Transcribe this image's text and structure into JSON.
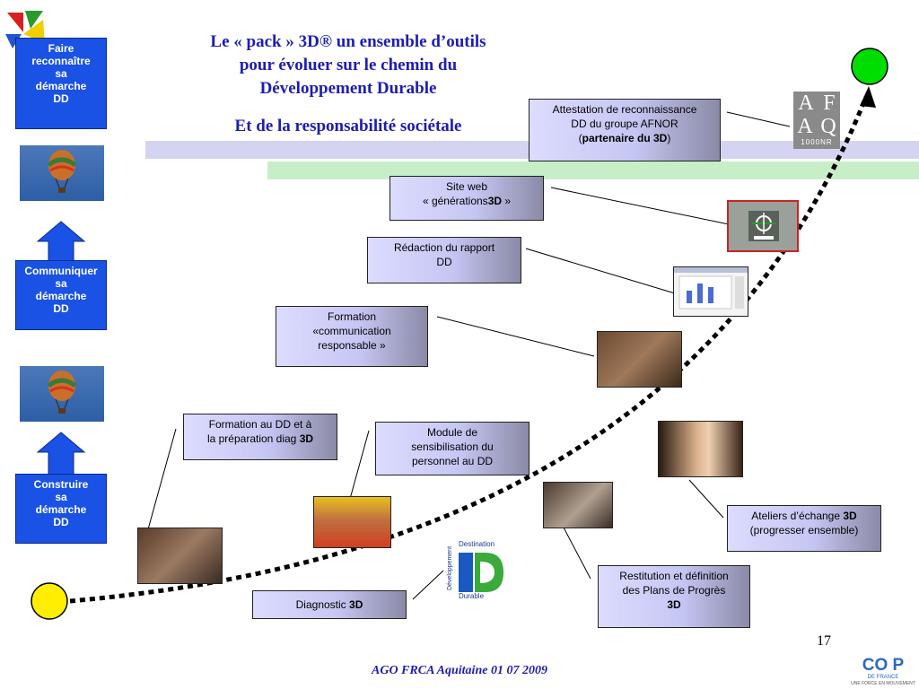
{
  "title": {
    "line1": "Le « pack » 3D® un ensemble d’outils",
    "line2": "pour évoluer sur le chemin du",
    "line3": "Développement Durable",
    "subtitle": "Et de la responsabilité sociétale"
  },
  "sidebar": {
    "box_top": [
      "Faire",
      "reconnaître",
      "sa",
      "démarche",
      "DD"
    ],
    "box_middle": [
      "Communiquer",
      "sa",
      "démarche",
      "DD"
    ],
    "box_bottom": [
      "Construire",
      "sa",
      "démarche",
      "DD"
    ]
  },
  "steps": {
    "attestation": {
      "line1": "Attestation de reconnaissance",
      "line2": "DD du groupe AFNOR",
      "open": "(",
      "bold": "partenaire du 3D",
      "close": ")"
    },
    "site_web": {
      "line1": "Site web",
      "prefix": "« générations",
      "bold": "3D",
      "suffix": " »"
    },
    "rapport": {
      "line1": "Rédaction du rapport",
      "line2": "DD"
    },
    "formation_comm": {
      "line1": "Formation",
      "line2": "«communication",
      "line3": "responsable »"
    },
    "formation_dd": {
      "line1": "Formation au DD et à",
      "line2": "la préparation diag ",
      "bold": "3D"
    },
    "module": {
      "line1": "Module de",
      "line2": "sensibilisation du",
      "line3": "personnel au DD"
    },
    "ateliers": {
      "line1": "Ateliers d’échange ",
      "bold": "3D",
      "line2": "(progresser ensemble)"
    },
    "restitution": {
      "line1": "Restitution et définition",
      "line2": "des Plans de Progrès",
      "bold": "3D"
    },
    "diagnostic": {
      "line1": "Diagnostic ",
      "bold": "3D"
    }
  },
  "logos": {
    "afaq": {
      "l1": "A",
      "l2": "F",
      "l3": "A",
      "l4": "Q",
      "num": "1000NR"
    },
    "destination": {
      "top": "Destination",
      "side": "Développement",
      "bottom": "Durable"
    },
    "coop": {
      "name": "CO P",
      "sub": "DE FRANCE",
      "tagline": "UNE FORCE EN MOUVEMENT"
    }
  },
  "footer": "AGO  FRCA Aquitaine 01 07 2009",
  "page_number": "17",
  "colors": {
    "title": "#1d1db5",
    "sidebar_box": "#1a52e6",
    "start_circle": "#ffee00",
    "end_circle": "#00dd00"
  }
}
